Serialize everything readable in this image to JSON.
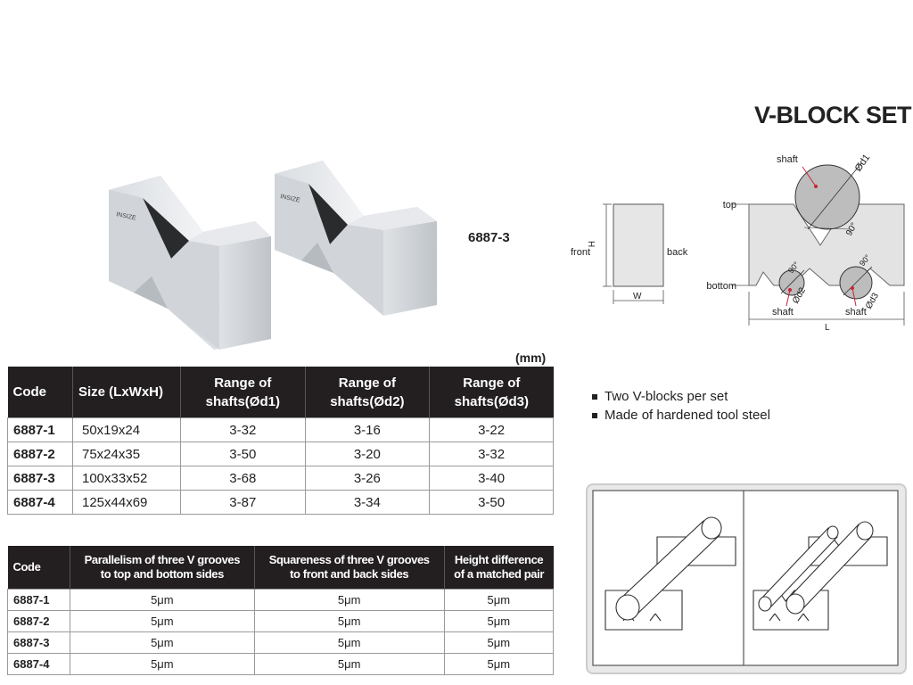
{
  "title": "V-BLOCK SET",
  "model_label": "6887-3",
  "unit_label": "(mm)",
  "diagram": {
    "front_label": "front",
    "back_label": "back",
    "h_label": "H",
    "w_label": "W",
    "l_label": "L",
    "top_label": "top",
    "bottom_label": "bottom",
    "shaft_label_1": "shaft",
    "shaft_label_2": "shaft",
    "shaft_label_3": "shaft",
    "d1_label": "Ød1",
    "d2_label": "Ød2",
    "d3_label": "Ød3",
    "angle_1": "90°",
    "angle_2": "90°",
    "angle_3": "90°"
  },
  "table1": {
    "headers": {
      "code": "Code",
      "size": "Size (LxWxH)",
      "d1_line1": "Range of",
      "d1_line2": "shafts(Ød1)",
      "d2_line1": "Range of",
      "d2_line2": "shafts(Ød2)",
      "d3_line1": "Range of",
      "d3_line2": "shafts(Ød3)"
    },
    "rows": [
      {
        "code": "6887-1",
        "size": "50x19x24",
        "d1": "3-32",
        "d2": "3-16",
        "d3": "3-22"
      },
      {
        "code": "6887-2",
        "size": "75x24x35",
        "d1": "3-50",
        "d2": "3-20",
        "d3": "3-32"
      },
      {
        "code": "6887-3",
        "size": "100x33x52",
        "d1": "3-68",
        "d2": "3-26",
        "d3": "3-40"
      },
      {
        "code": "6887-4",
        "size": "125x44x69",
        "d1": "3-87",
        "d2": "3-34",
        "d3": "3-50"
      }
    ]
  },
  "table2": {
    "headers": {
      "code": "Code",
      "parallelism_line1": "Parallelism of three V grooves",
      "parallelism_line2": "to top and bottom sides",
      "squareness_line1": "Squareness of three V grooves",
      "squareness_line2": "to front and back sides",
      "height_line1": "Height difference",
      "height_line2": "of a matched pair"
    },
    "rows": [
      {
        "code": "6887-1",
        "parallelism": "5μm",
        "squareness": "5μm",
        "height": "5μm"
      },
      {
        "code": "6887-2",
        "parallelism": "5μm",
        "squareness": "5μm",
        "height": "5μm"
      },
      {
        "code": "6887-3",
        "parallelism": "5μm",
        "squareness": "5μm",
        "height": "5μm"
      },
      {
        "code": "6887-4",
        "parallelism": "5μm",
        "squareness": "5μm",
        "height": "5μm"
      }
    ]
  },
  "features": [
    "Two V-blocks per set",
    "Made of hardened tool steel"
  ]
}
